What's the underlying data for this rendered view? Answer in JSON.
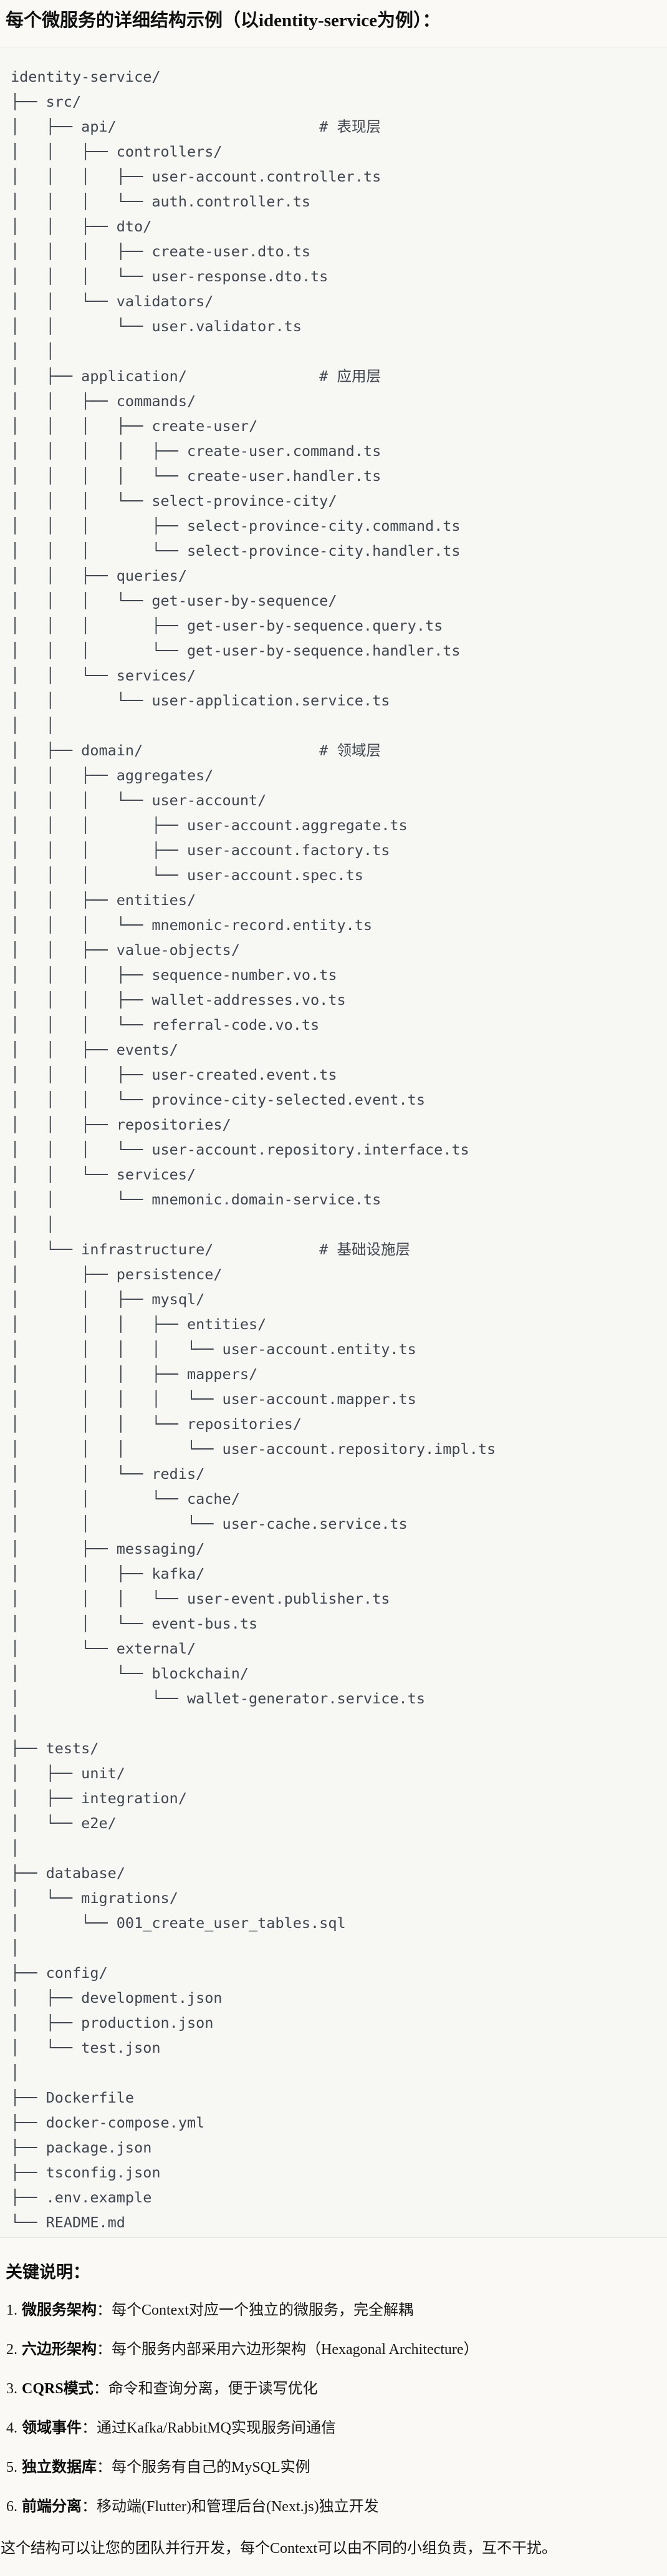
{
  "title": "每个微服务的详细结构示例（以identity-service为例）：",
  "tree": {
    "lines": [
      "identity-service/",
      "├── src/",
      "│   ├── api/                       # 表现层",
      "│   │   ├── controllers/",
      "│   │   │   ├── user-account.controller.ts",
      "│   │   │   └── auth.controller.ts",
      "│   │   ├── dto/",
      "│   │   │   ├── create-user.dto.ts",
      "│   │   │   └── user-response.dto.ts",
      "│   │   └── validators/",
      "│   │       └── user.validator.ts",
      "│   │",
      "│   ├── application/               # 应用层",
      "│   │   ├── commands/",
      "│   │   │   ├── create-user/",
      "│   │   │   │   ├── create-user.command.ts",
      "│   │   │   │   └── create-user.handler.ts",
      "│   │   │   └── select-province-city/",
      "│   │   │       ├── select-province-city.command.ts",
      "│   │   │       └── select-province-city.handler.ts",
      "│   │   ├── queries/",
      "│   │   │   └── get-user-by-sequence/",
      "│   │   │       ├── get-user-by-sequence.query.ts",
      "│   │   │       └── get-user-by-sequence.handler.ts",
      "│   │   └── services/",
      "│   │       └── user-application.service.ts",
      "│   │",
      "│   ├── domain/                    # 领域层",
      "│   │   ├── aggregates/",
      "│   │   │   └── user-account/",
      "│   │   │       ├── user-account.aggregate.ts",
      "│   │   │       ├── user-account.factory.ts",
      "│   │   │       └── user-account.spec.ts",
      "│   │   ├── entities/",
      "│   │   │   └── mnemonic-record.entity.ts",
      "│   │   ├── value-objects/",
      "│   │   │   ├── sequence-number.vo.ts",
      "│   │   │   ├── wallet-addresses.vo.ts",
      "│   │   │   └── referral-code.vo.ts",
      "│   │   ├── events/",
      "│   │   │   ├── user-created.event.ts",
      "│   │   │   └── province-city-selected.event.ts",
      "│   │   ├── repositories/",
      "│   │   │   └── user-account.repository.interface.ts",
      "│   │   └── services/",
      "│   │       └── mnemonic.domain-service.ts",
      "│   │",
      "│   └── infrastructure/            # 基础设施层",
      "│       ├── persistence/",
      "│       │   ├── mysql/",
      "│       │   │   ├── entities/",
      "│       │   │   │   └── user-account.entity.ts",
      "│       │   │   ├── mappers/",
      "│       │   │   │   └── user-account.mapper.ts",
      "│       │   │   └── repositories/",
      "│       │   │       └── user-account.repository.impl.ts",
      "│       │   └── redis/",
      "│       │       └── cache/",
      "│       │           └── user-cache.service.ts",
      "│       ├── messaging/",
      "│       │   ├── kafka/",
      "│       │   │   └── user-event.publisher.ts",
      "│       │   └── event-bus.ts",
      "│       └── external/",
      "│           └── blockchain/",
      "│               └── wallet-generator.service.ts",
      "│",
      "├── tests/",
      "│   ├── unit/",
      "│   ├── integration/",
      "│   └── e2e/",
      "│",
      "├── database/",
      "│   └── migrations/",
      "│       └── 001_create_user_tables.sql",
      "│",
      "├── config/",
      "│   ├── development.json",
      "│   ├── production.json",
      "│   └── test.json",
      "│",
      "├── Dockerfile",
      "├── docker-compose.yml",
      "├── package.json",
      "├── tsconfig.json",
      "├── .env.example",
      "└── README.md"
    ]
  },
  "notes": {
    "heading": "关键说明：",
    "separator": "：",
    "items": [
      {
        "num": "1.",
        "term": "微服务架构",
        "desc": "每个Context对应一个独立的微服务，完全解耦"
      },
      {
        "num": "2.",
        "term": "六边形架构",
        "desc": "每个服务内部采用六边形架构（Hexagonal Architecture）"
      },
      {
        "num": "3.",
        "term": "CQRS模式",
        "desc": "命令和查询分离，便于读写优化"
      },
      {
        "num": "4.",
        "term": "领域事件",
        "desc": "通过Kafka/RabbitMQ实现服务间通信"
      },
      {
        "num": "5.",
        "term": "独立数据库",
        "desc": "每个服务有自己的MySQL实例"
      },
      {
        "num": "6.",
        "term": "前端分离",
        "desc": "移动端(Flutter)和管理后台(Next.js)独立开发"
      }
    ],
    "footer": "这个结构可以让您的团队并行开发，每个Context可以由不同的小组负责，互不干扰。"
  },
  "colors": {
    "page_bg": "#faf9f5",
    "code_bg": "#f7f7f4",
    "code_border": "#e5e4df",
    "tree_text": "#3f4650"
  }
}
